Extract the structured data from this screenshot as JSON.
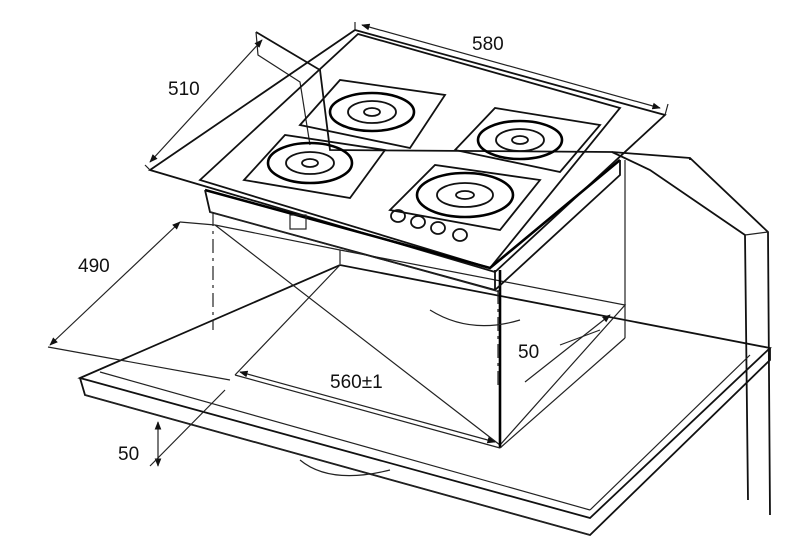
{
  "dimensions": {
    "hob_width": "580",
    "hob_depth": "510",
    "cutout_depth": "490",
    "cutout_width": "560±1",
    "rear_clearance": "50",
    "front_clearance": "50"
  },
  "colors": {
    "line": "#111111",
    "background": "#ffffff"
  },
  "icons": {
    "burner": "burner-icon",
    "knob": "knob-icon"
  }
}
